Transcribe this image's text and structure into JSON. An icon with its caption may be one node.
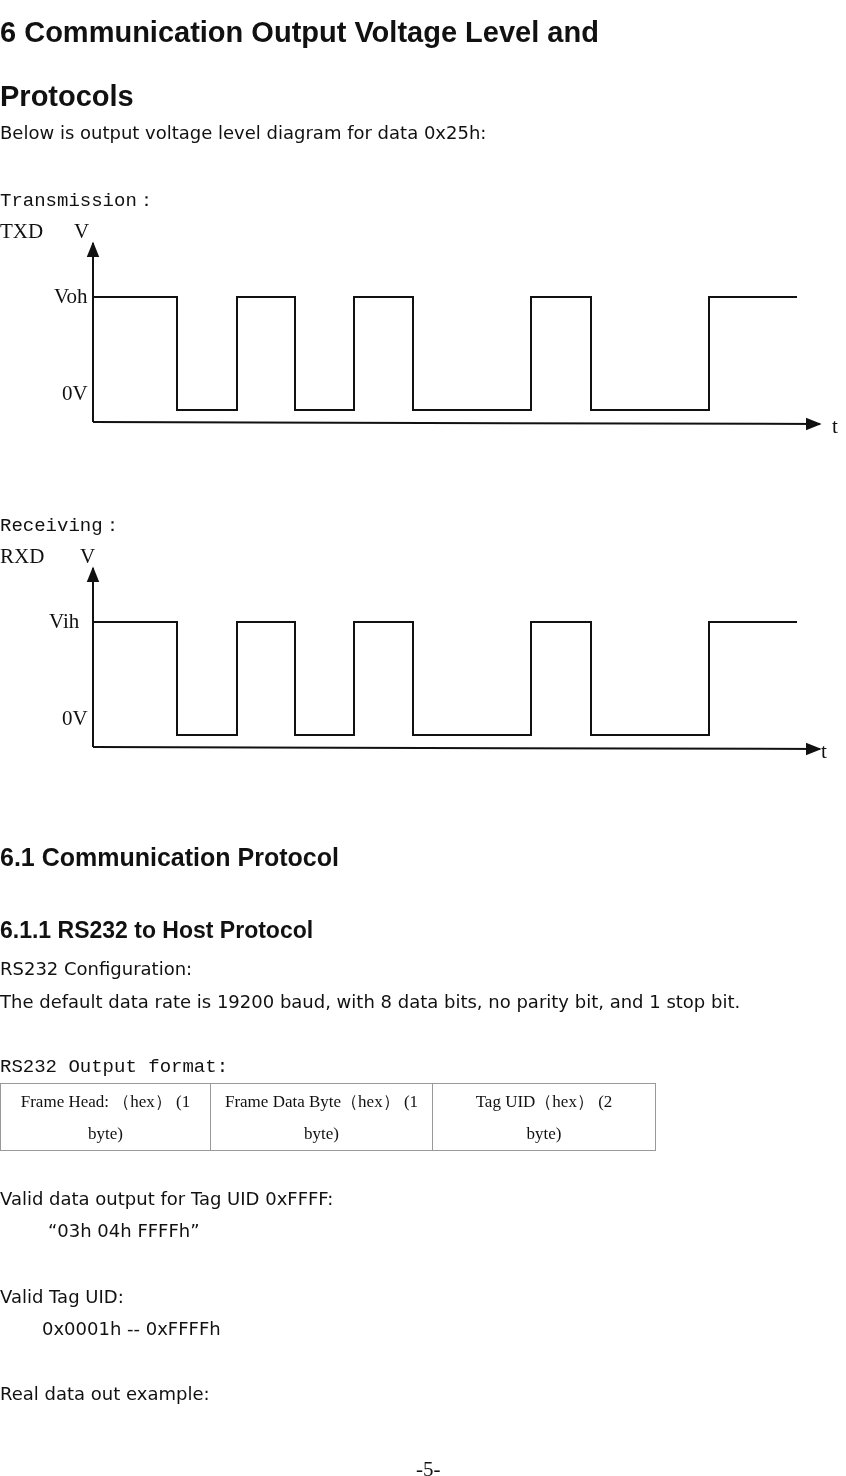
{
  "diagram": {
    "title": "6 Communication Output Voltage Level and Protocols",
    "labels": [
      "Below is output voltage level diagram for data 0x25h:",
      "Transmission：",
      "TXD",
      "V",
      "Voh",
      "0V",
      "t",
      "Receiving：",
      "RXD",
      "V",
      "Vih",
      "0V",
      "t",
      "6.1 Communication Protocol",
      "6.1.1 RS232 to Host Protocol",
      "RS232 Configuration:",
      "The default data rate is 19200 baud, with 8 data bits, no parity bit, and 1 stop bit.",
      "RS232 Output format:",
      "Frame Head: （hex） (1 byte)",
      "Frame Data Byte（hex） (1 byte)",
      "Tag UID（hex） (2 byte)",
      "Valid data output for Tag UID 0xFFFF:",
      "“03h 04h FFFFh”",
      "Valid Tag UID:",
      "0x0001h -- 0xFFFFh",
      "Real data out example:",
      "-5-"
    ]
  }
}
